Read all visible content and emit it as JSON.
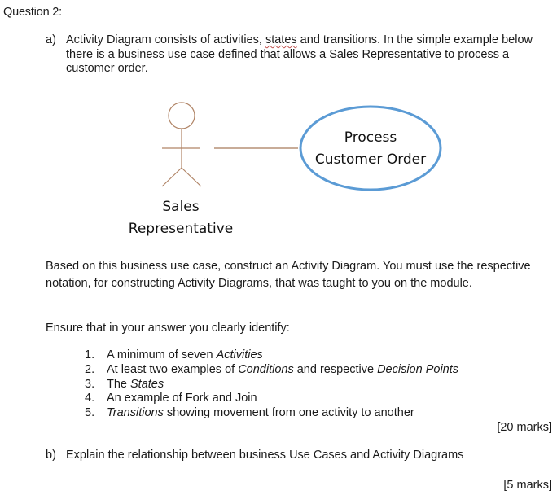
{
  "document": {
    "title": "Question 2:",
    "part_a": {
      "label": "a)",
      "intro_before": "Activity Diagram consists of activities, ",
      "intro_flagged_word": "states",
      "intro_after": " and transitions. In the simple example below there is a business use case defined that allows a Sales Representative to process a customer order.",
      "diagram": {
        "actor_label_line1": "Sales",
        "actor_label_line2": "Representative",
        "use_case_line1": "Process",
        "use_case_line2": "Customer Order",
        "colors": {
          "actor_stroke": "#b08466",
          "association_line": "#a67b5b",
          "ellipse_stroke": "#5b9bd5"
        }
      },
      "paragraph1": "Based on this business use case, construct an Activity Diagram. You must use the respective notation, for constructing Activity Diagrams, that was taught to you on the module.",
      "paragraph2": "Ensure that in your answer you clearly identify:",
      "requirements": [
        {
          "num": "1.",
          "pre": "A minimum of seven ",
          "em": "Activities",
          "mid": "",
          "em2": "",
          "post": ""
        },
        {
          "num": "2.",
          "pre": "At least two examples of ",
          "em": "Conditions",
          "mid": " and respective ",
          "em2": "Decision Points",
          "post": ""
        },
        {
          "num": "3.",
          "pre": "The ",
          "em": "States",
          "mid": "",
          "em2": "",
          "post": ""
        },
        {
          "num": "4.",
          "pre": "An example of Fork and Join",
          "em": "",
          "mid": "",
          "em2": "",
          "post": ""
        },
        {
          "num": "5.",
          "pre": "",
          "em": "Transitions",
          "mid": "",
          "em2": "",
          "post": " showing movement from one activity to another"
        }
      ],
      "marks": "[20 marks]"
    },
    "part_b": {
      "label": "b)",
      "text": "Explain the relationship between business Use Cases and Activity Diagrams",
      "marks": "[5 marks]"
    }
  }
}
